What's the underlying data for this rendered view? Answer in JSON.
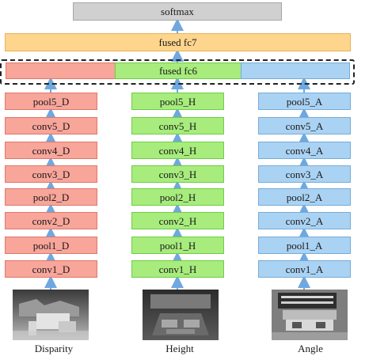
{
  "top": {
    "softmax": "softmax",
    "fc7": "fused fc7",
    "fc6": "fused fc6"
  },
  "columns": [
    {
      "key": "D",
      "caption": "Disparity",
      "layers": [
        "pool5_D",
        "conv5_D",
        "conv4_D",
        "conv3_D",
        "pool2_D",
        "conv2_D",
        "pool1_D",
        "conv1_D"
      ]
    },
    {
      "key": "H",
      "caption": "Height",
      "layers": [
        "pool5_H",
        "conv5_H",
        "conv4_H",
        "conv3_H",
        "pool2_H",
        "conv2_H",
        "pool1_H",
        "conv1_H"
      ]
    },
    {
      "key": "A",
      "caption": "Angle",
      "layers": [
        "pool5_A",
        "conv5_A",
        "conv4_A",
        "conv3_A",
        "pool2_A",
        "conv2_A",
        "pool1_A",
        "conv1_A"
      ]
    }
  ],
  "colors": {
    "disparity": "#f8a59a",
    "height": "#a7ec7d",
    "angle": "#aad2f3",
    "fc7": "#fdd58d",
    "softmax": "#d0d0d0",
    "arrow": "#6fa8e0"
  }
}
